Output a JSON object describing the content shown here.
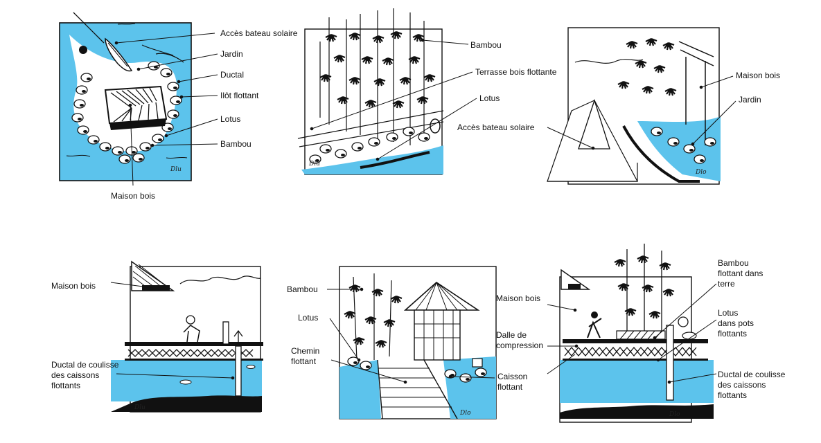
{
  "sketches": {
    "plan": {
      "labels": [
        "Accès bateau solaire",
        "Jardin",
        "Ductal",
        "Ilôt flottant",
        "Lotus",
        "Bambou",
        "Maison bois"
      ],
      "signature": "Dlu"
    },
    "terrace": {
      "labels": [
        "Bambou",
        "Terrasse bois flottante",
        "Lotus",
        "Accès bateau solaire"
      ],
      "signature": "Dlu"
    },
    "garden": {
      "labels": [
        "Maison bois",
        "Jardin"
      ],
      "signature": "Dlo"
    },
    "section1": {
      "labels": [
        "Maison bois",
        "Ductal de coulisse",
        "des caissons",
        "flottants"
      ],
      "signature": "Dlu"
    },
    "path": {
      "labels": [
        "Bambou",
        "Lotus",
        "Chemin",
        "flottant",
        "Caisson",
        "flottant"
      ],
      "signature": "Dlo"
    },
    "section2": {
      "labels": [
        "Maison bois",
        "Dalle de",
        "compression",
        "Bambou",
        "flottant dans",
        "terre",
        "Lotus",
        "dans pots",
        "flottants",
        "Ductal de coulisse",
        "des caissons",
        "flottants"
      ],
      "signature": "Dlo"
    }
  },
  "colors": {
    "water": "#5cc3ec",
    "ink": "#111111",
    "paper": "#ffffff"
  }
}
